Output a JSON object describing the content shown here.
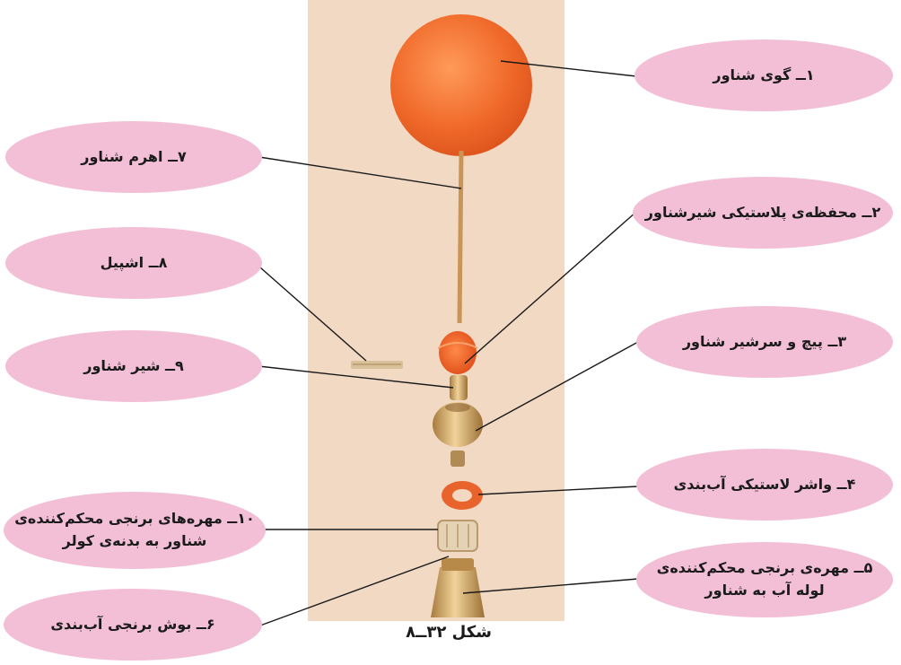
{
  "figure": {
    "caption": "شکل ۳۲ــ۸",
    "labels": [
      {
        "id": "l1",
        "lines": [
          "۱ــ گوی شناور"
        ]
      },
      {
        "id": "l2",
        "lines": [
          "۲ــ محفظه‌ی پلاستیکی شیرشناور"
        ]
      },
      {
        "id": "l3",
        "lines": [
          "۳ــ پیچ و سرشیر شناور"
        ]
      },
      {
        "id": "l4",
        "lines": [
          "۴ــ واشر لاستیکی آب‌بندی"
        ]
      },
      {
        "id": "l5",
        "lines": [
          "۵ــ مهره‌ی برنجی محکم‌کننده‌ی",
          "لوله آب به شناور"
        ]
      },
      {
        "id": "l6",
        "lines": [
          "۶ــ بوش برنجی آب‌بندی"
        ]
      },
      {
        "id": "l7",
        "lines": [
          "۷ــ اهرم شناور"
        ]
      },
      {
        "id": "l8",
        "lines": [
          "۸ــ اشپیل"
        ]
      },
      {
        "id": "l9",
        "lines": [
          "۹ــ شیر شناور"
        ]
      },
      {
        "id": "l10",
        "lines": [
          "۱۰ــ مهره‌های برنجی محکم‌کننده‌ی",
          "شناور به بدنه‌ی کولر"
        ]
      }
    ]
  },
  "colors": {
    "label_fill": "#f2bfd6",
    "photo_background": "#f2d9c4",
    "float_ball": "#f06a2a",
    "brass": "#c8a064",
    "rubber_washer": "#e8642c"
  }
}
